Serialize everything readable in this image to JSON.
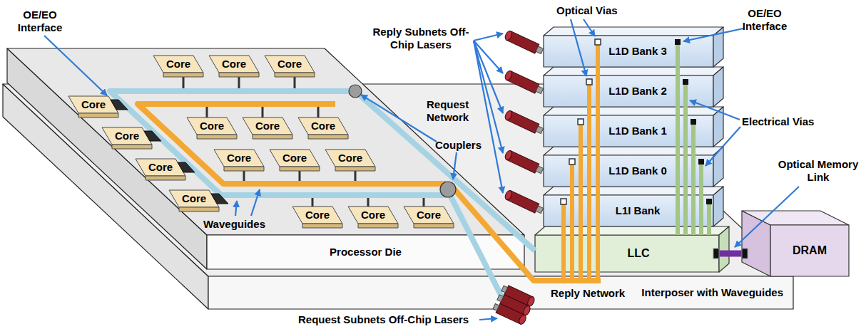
{
  "diagram": {
    "nodes": [
      {
        "text": [
          "Processor Die"
        ]
      },
      {
        "text": [
          "Core"
        ],
        "in": 0
      },
      {
        "text": [
          "Core"
        ],
        "in": 0
      },
      {
        "text": [
          "Core"
        ],
        "in": 0
      },
      {
        "text": [
          "Core"
        ],
        "in": 0
      },
      {
        "text": [
          "Core"
        ],
        "in": 0
      },
      {
        "text": [
          "Core"
        ],
        "in": 0
      },
      {
        "text": [
          "Core"
        ],
        "in": 0
      },
      {
        "text": [
          "Core"
        ],
        "in": 0
      },
      {
        "text": [
          "Core"
        ],
        "in": 0
      },
      {
        "text": [
          "Core"
        ],
        "in": 0
      },
      {
        "text": [
          "Core"
        ],
        "in": 0
      },
      {
        "text": [
          "Core"
        ],
        "in": 0
      },
      {
        "text": [
          "Core"
        ],
        "in": 0
      },
      {
        "text": [
          "Core"
        ],
        "in": 0
      },
      {
        "text": [
          "Core"
        ],
        "in": 0
      },
      {
        "text": [
          "Core"
        ],
        "in": 0
      },
      {
        "text": [
          "L1D Bank 3"
        ]
      },
      {
        "text": [
          "L1D Bank 2"
        ]
      },
      {
        "text": [
          "L1D Bank 1"
        ]
      },
      {
        "text": [
          "L1D Bank 0"
        ]
      },
      {
        "text": [
          "L1I Bank"
        ]
      },
      {
        "text": [
          "LLC"
        ]
      },
      {
        "text": [
          "DRAM"
        ]
      },
      {
        "text": [
          "Interposer with Waveguides"
        ]
      }
    ],
    "edges": [
      {
        "from": 22,
        "to": 17,
        "arrow": "none"
      },
      {
        "from": 22,
        "to": 18,
        "arrow": "none"
      },
      {
        "from": 22,
        "to": 19,
        "arrow": "none"
      },
      {
        "from": 22,
        "to": 20,
        "arrow": "none"
      },
      {
        "from": 22,
        "to": 21,
        "arrow": "none"
      },
      {
        "from": 22,
        "to": 23,
        "arrow": "none"
      }
    ],
    "labels": [
      "OE/EO Interface",
      "Waveguides",
      "Request Network",
      "Couplers",
      "Reply Network",
      "Reply Subnets Off-Chip Lasers",
      "Optical Vias",
      "OE/EO Interface",
      "Electrical Vias",
      "Optical Memory Link",
      "Request Subnets Off-Chip Lasers"
    ]
  }
}
